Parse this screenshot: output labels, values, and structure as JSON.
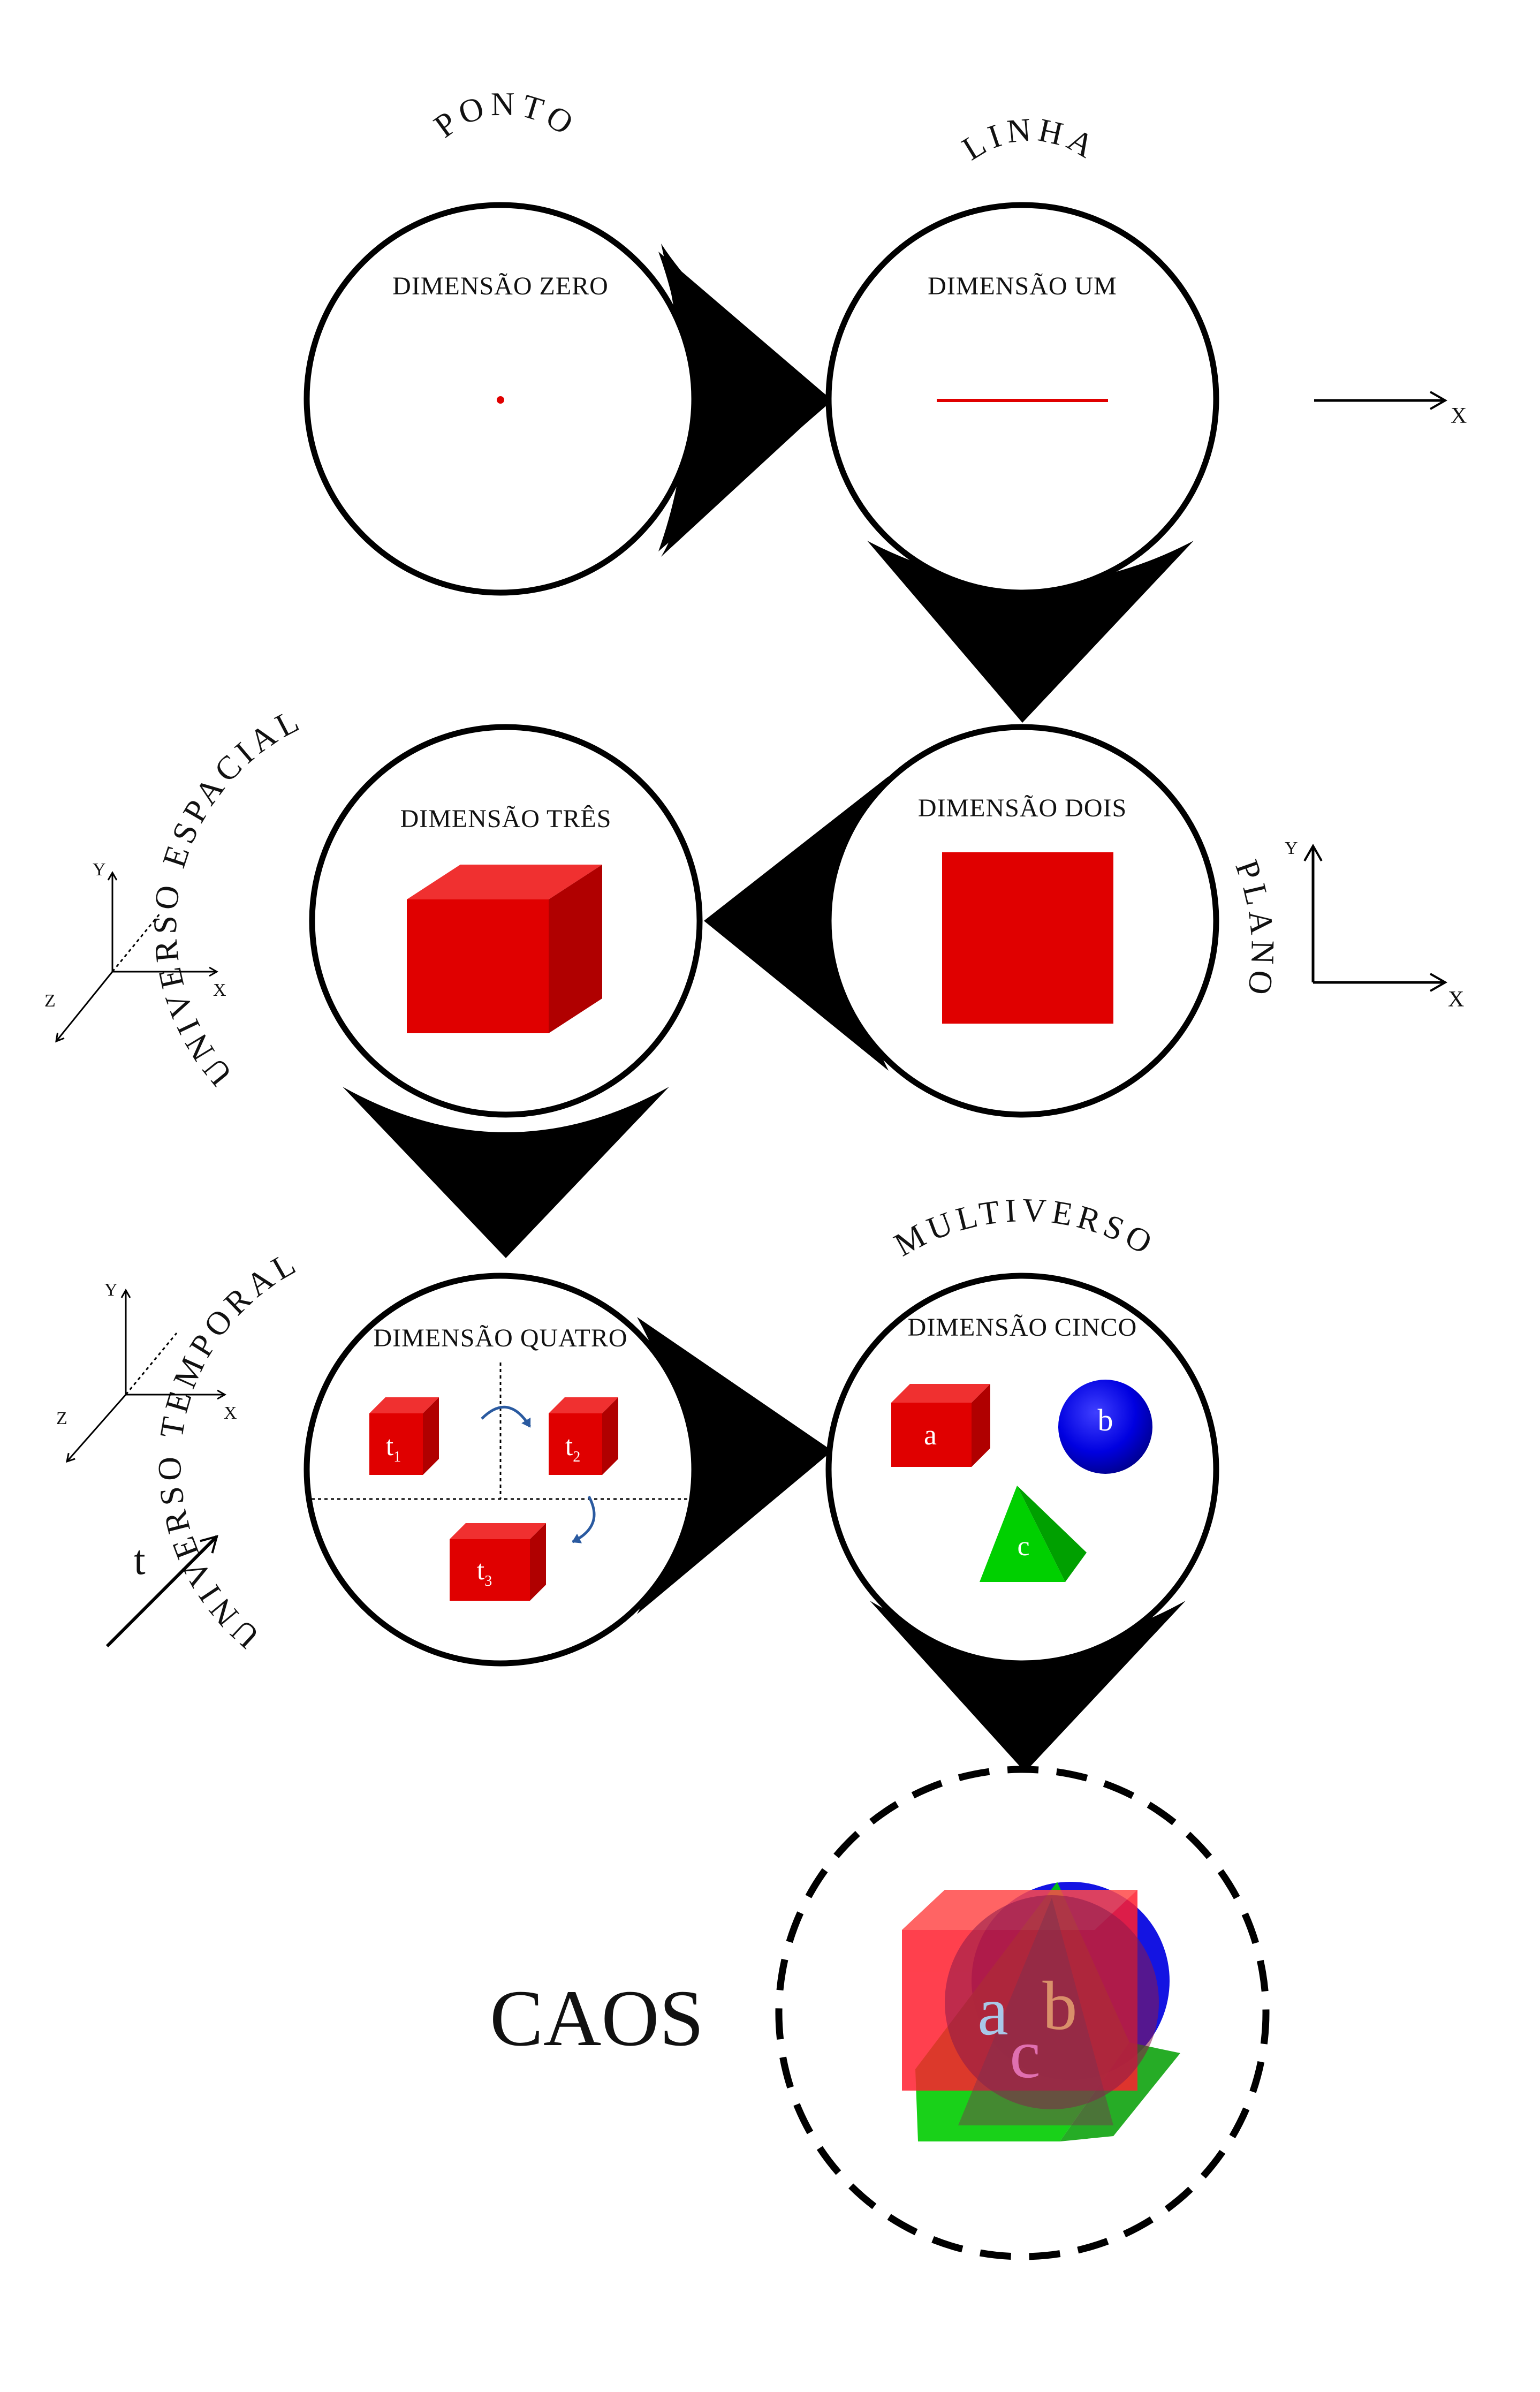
{
  "nodes": {
    "ponto": {
      "title": "PONTO",
      "dimension": "DIMENSÃO ZERO"
    },
    "linha": {
      "title": "LINHA",
      "dimension": "DIMENSÃO UM"
    },
    "plano": {
      "title": "PLANO",
      "dimension": "DIMENSÃO DOIS"
    },
    "espacial": {
      "title": "UNIVERSO ESPACIAL",
      "dimension": "DIMENSÃO TRÊS"
    },
    "temporal": {
      "title": "UNIVERSO TEMPORAL",
      "dimension": "DIMENSÃO QUATRO"
    },
    "multiverso": {
      "title": "MULTIVERSO",
      "dimension": "DIMENSÃO CINCO"
    },
    "caos": {
      "title": "CAOS"
    }
  },
  "axes": {
    "x": "X",
    "y": "Y",
    "z": "Z",
    "time": "t"
  },
  "time_slices": [
    {
      "base": "t",
      "sub": "1"
    },
    {
      "base": "t",
      "sub": "2"
    },
    {
      "base": "t",
      "sub": "3"
    }
  ],
  "shapes": {
    "cube_letter": "a",
    "sphere_letter": "b",
    "pyramid_letter": "c"
  },
  "colors": {
    "red": "#e00000",
    "blue": "#0000e0",
    "green": "#00cc00",
    "arrow_blue": "#2a5aa0"
  }
}
